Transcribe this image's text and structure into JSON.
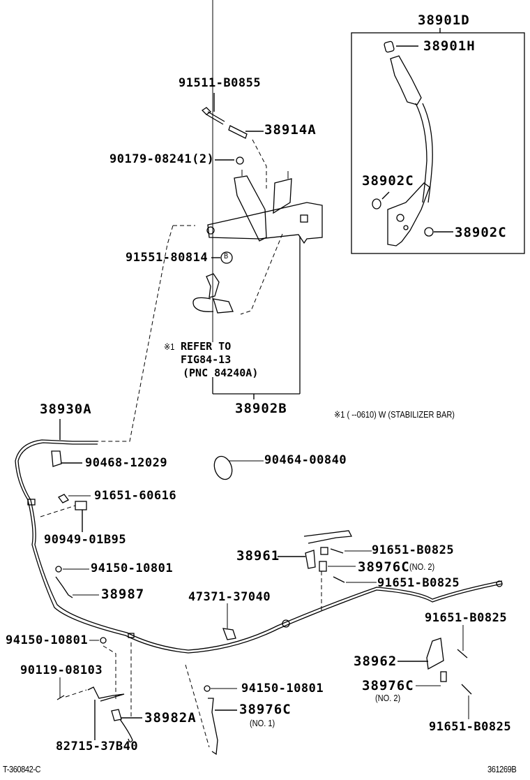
{
  "diagram": {
    "title_code": "38901D",
    "figure_ref_left": "T-360842-C",
    "figure_ref_right": "361269B",
    "footnote": "※1 (      --0610) W (STABILIZER BAR)",
    "refer_note": {
      "marker": "※1",
      "line1": "REFER TO",
      "line2": "FIG84-13",
      "line3": "(PNC 84240A)"
    },
    "callout_symbol": "B",
    "parts": {
      "p38901D": "38901D",
      "p38901H": "38901H",
      "p38902C_a": "38902C",
      "p38902C_b": "38902C",
      "p91511": "91511-B0855",
      "p38914A": "38914A",
      "p90179": "90179-08241(2)",
      "p91551": "91551-80814",
      "p38902B": "38902B",
      "p38930A": "38930A",
      "p90468": "90468-12029",
      "p90464": "90464-00840",
      "p91651_606": "91651-60616",
      "p90949": "90949-01B95",
      "p94150_a": "94150-10801",
      "p38987": "38987",
      "p47371": "47371-37040",
      "p38961": "38961",
      "p91651_b1": "91651-B0825",
      "p38976C_n2a": "38976C",
      "p38976C_n2a_sub": "(NO. 2)",
      "p91651_b2": "91651-B0825",
      "p91651_b3": "91651-B0825",
      "p38962": "38962",
      "p38976C_n2b": "38976C",
      "p38976C_n2b_sub": "(NO. 2)",
      "p91651_b4": "91651-B0825",
      "p94150_b": "94150-10801",
      "p90119": "90119-08103",
      "p38982A": "38982A",
      "p82715": "82715-37B40",
      "p94150_c": "94150-10801",
      "p38976C_n1": "38976C",
      "p38976C_n1_sub": "(NO. 1)"
    }
  }
}
